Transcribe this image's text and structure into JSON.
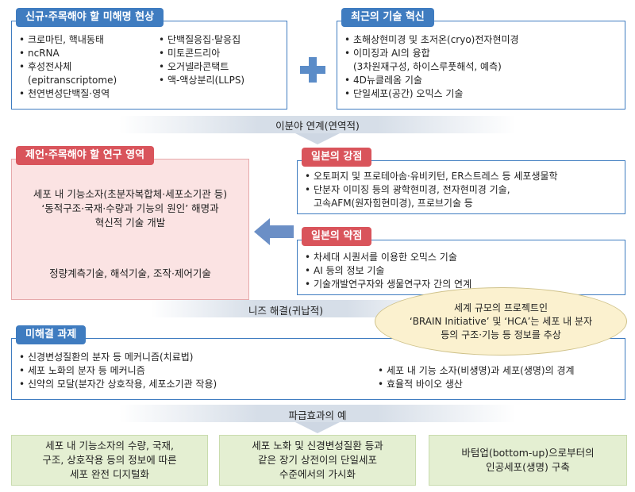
{
  "box1": {
    "tab": "신규·주목해야 할 미해명 현상",
    "col1": [
      "크로마틴, 핵내동태",
      "ncRNA",
      "후성전사체",
      "(epitranscriptome)",
      "천연변성단백질·영역"
    ],
    "col2": [
      "단백질응집·탈응집",
      "미토콘드리아",
      "오거넬라콘택트",
      "액-액상분리(LLPS)"
    ]
  },
  "box2": {
    "tab": "최근의 기술 혁신",
    "items": [
      "초해상현미경 및 초저온(cryo)전자현미경",
      "이미징과 AI의 융합",
      "(3차원재구성, 하이스루풋해석, 예측)",
      "4D뉴클레옴 기술",
      "단일세포(공간) 오믹스 기술"
    ]
  },
  "band1": "이분야 연계(연역적)",
  "box_red": {
    "tab": "제언·주목해야 할 연구 영역",
    "text1": "세포 내 기능소자(초분자복합체·세포소기관 등)",
    "text2": "‘동적구조·국재·수량과 기능의 원인’ 해명과",
    "text3": "혁신적 기술 개발",
    "text4": "정량계측기술, 해석기술, 조작·제어기술"
  },
  "strength": {
    "tab": "일본의 강점",
    "items": [
      "오토퍼지 및 프로테아솜·유비키턴, ER스트레스 등 세포생물학",
      "단분자 이미징 등의 광학현미경, 전자현미경 기술,",
      "고속AFM(원자힘현미경), 프로브기술 등"
    ]
  },
  "weakness": {
    "tab": "일본의 약점",
    "items": [
      "차세대 시퀀서를 이용한 오믹스 기술",
      "AI 등의 정보 기술",
      "기술개발연구자와 생물연구자 간의 연계"
    ]
  },
  "ellipse": {
    "line1": "세계 규모의 프로젝트인",
    "line2": "‘BRAIN Initiative’ 및 ‘HCA’는 세포 내 분자",
    "line3": "등의 구조·기능 등 정보를 추상"
  },
  "band2": "니즈 해결(귀납적)",
  "unsolved": {
    "tab": "미해결 과제",
    "left": [
      "신경변성질환의 분자 등 메커니즘(치료법)",
      "세포 노화의 분자 등 메커니즘",
      "신약의 모달(분자간 상호작용, 세포소기관 작용)"
    ],
    "right": [
      "세포 내 기능 소자(비생명)과 세포(생명)의 경계",
      "효율적 바이오 생산"
    ]
  },
  "band3": "파급효과의 예",
  "effects": [
    {
      "l1": "세포 내 기능소자의 수량, 국재,",
      "l2": "구조, 상호작용 등의 정보에 따른",
      "l3": "세포 완전 디지털화"
    },
    {
      "l1": "세포 노화 및 신경변성질환 등과",
      "l2": "같은 장기 상전이의 단일세포",
      "l3": "수준에서의 가시화"
    },
    {
      "l1": "바텀업(bottom-up)으로부터의",
      "l2": "인공세포(생명) 구축",
      "l3": ""
    }
  ],
  "colors": {
    "blue": "#3f7cc0",
    "red": "#d9545b",
    "green_fill": "#e4efd2",
    "ellipse_fill": "#fbf1cf"
  }
}
